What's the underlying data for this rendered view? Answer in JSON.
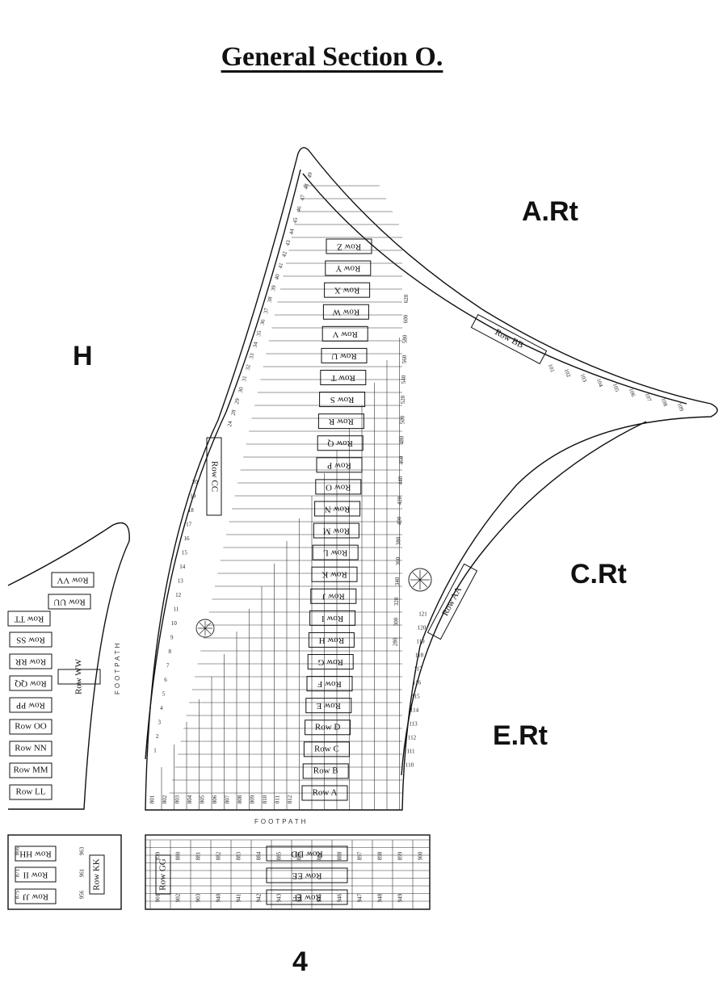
{
  "title": "General Section O.",
  "regions": {
    "a_rt": "A.Rt",
    "c_rt": "C.Rt",
    "e_rt": "E.Rt",
    "h": "H"
  },
  "footpaths": [
    "FOOTPATH",
    "FOOTPATH"
  ],
  "page_number": "4",
  "rows": {
    "main_vertical": [
      "Row Z",
      "Row Y",
      "Row X",
      "Row W",
      "Row V",
      "Row U",
      "Row T",
      "Row S",
      "Row R",
      "Row Q",
      "Row P",
      "Row O",
      "Row N",
      "Row M",
      "Row L",
      "Row K",
      "Row J",
      "Row I",
      "Row H",
      "Row G",
      "Row F",
      "Row E",
      "Row D",
      "Row C",
      "Row B",
      "Row A"
    ],
    "curved": [
      "Row BB",
      "Row CC",
      "Row AA"
    ],
    "west": [
      "Row VV",
      "Row UU",
      "Row TT",
      "Row SS",
      "Row RR",
      "Row QQ",
      "Row PP",
      "Row OO",
      "Row NN",
      "Row MM",
      "Row LL",
      "Row WW"
    ],
    "south": [
      "Row HH",
      "Row II",
      "Row JJ",
      "Row KK",
      "Row GG",
      "Row DD",
      "Row EE",
      "Row FF"
    ]
  },
  "plot_numbers": {
    "west_column": [
      "1",
      "2",
      "3",
      "4",
      "5",
      "6",
      "7",
      "8",
      "9",
      "10",
      "11",
      "12",
      "13",
      "14",
      "15",
      "16",
      "17",
      "18",
      "19",
      "20"
    ],
    "west_column_upper": [
      "24",
      "28",
      "29",
      "30",
      "31",
      "32",
      "33",
      "34",
      "35",
      "36",
      "37",
      "38",
      "39",
      "40",
      "41",
      "42",
      "43",
      "44",
      "45",
      "46",
      "47",
      "48",
      "49"
    ],
    "east_tail": [
      "101",
      "102",
      "103",
      "104",
      "105",
      "106",
      "107",
      "108",
      "109"
    ],
    "south_east": [
      "110",
      "111",
      "112",
      "113",
      "114",
      "115",
      "116",
      "117",
      "118",
      "119",
      "120",
      "121"
    ],
    "bottom_row": [
      "801",
      "802",
      "803",
      "804",
      "805",
      "806",
      "807",
      "808",
      "809",
      "810",
      "811",
      "812"
    ],
    "south_block_left": [
      "875",
      "871",
      "866",
      "956",
      "961",
      "963"
    ],
    "south_block_right": [
      "879",
      "880",
      "881",
      "882",
      "883",
      "884",
      "885",
      "886",
      "887",
      "888",
      "897",
      "898",
      "899",
      "900",
      "901",
      "902",
      "903",
      "940",
      "941",
      "942",
      "943",
      "944",
      "945",
      "946",
      "947",
      "948",
      "949"
    ],
    "near_rows": [
      "280",
      "300",
      "320",
      "340",
      "360",
      "380",
      "400",
      "420",
      "440",
      "460",
      "480",
      "500",
      "520",
      "540",
      "560",
      "580",
      "600",
      "620"
    ]
  },
  "colors": {
    "ink": "#111111",
    "paper": "#ffffff"
  }
}
